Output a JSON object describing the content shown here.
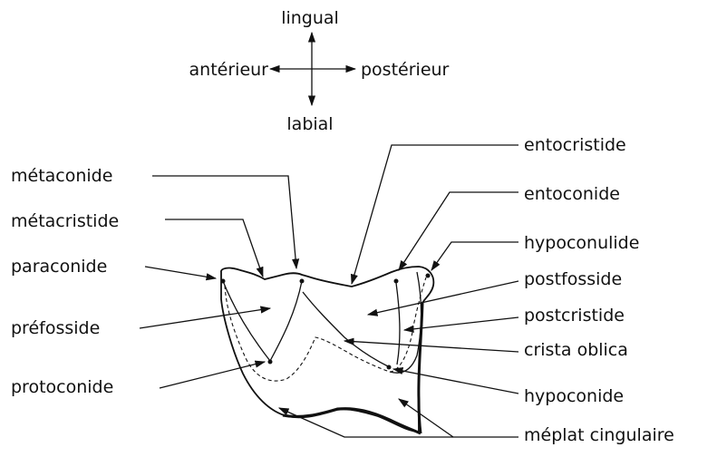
{
  "orientation": {
    "lingual": "lingual",
    "labial": "labial",
    "anterior": "antérieur",
    "posterior": "postérieur"
  },
  "labels": {
    "metaconide": "métaconide",
    "metacristide": "métacristide",
    "paraconide": "paraconide",
    "prefosside": "préfosside",
    "protoconide": "protoconide",
    "entocristide": "entocristide",
    "entoconide": "entoconide",
    "hypoconulide": "hypoconulide",
    "postfosside": "postfosside",
    "postcristide": "postcristide",
    "crista_oblica": "crista  oblica",
    "hypoconide": "hypoconide",
    "meplat_cingulaire": "méplat  cingulaire"
  }
}
